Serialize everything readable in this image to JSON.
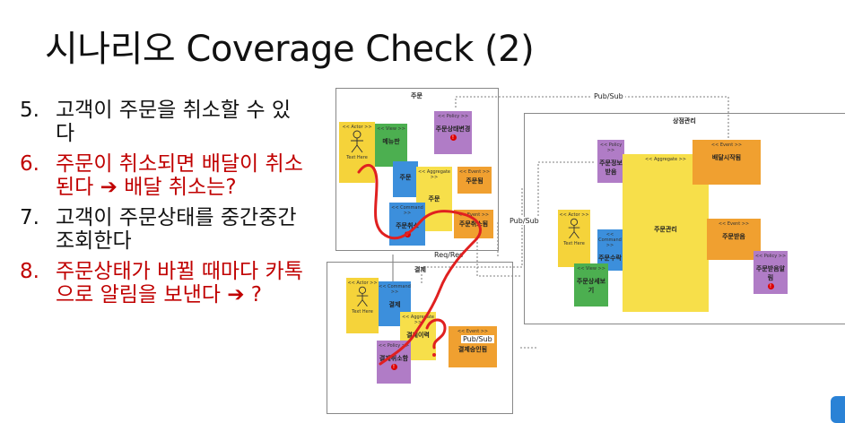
{
  "title": "시나리오 Coverage Check (2)",
  "items": [
    {
      "num": "5.",
      "text": "고객이 주문을 취소할 수 있다",
      "color": "#111111"
    },
    {
      "num": "6.",
      "text": "주문이 취소되면 배달이 취소된다",
      "arrow": "➔",
      "tail": " 배달 취소는?",
      "color": "#c00000"
    },
    {
      "num": "7.",
      "text": "고객이 주문상태를 중간중간 조회한다",
      "color": "#111111"
    },
    {
      "num": "8.",
      "text": "주문상태가 바뀔 때마다 카톡으로 알림을 보낸다",
      "arrow": "➔",
      "tail": " ?",
      "color": "#c00000"
    }
  ],
  "diagram": {
    "contexts": {
      "order": "주문",
      "payment": "결제",
      "store": "상점관리"
    },
    "connectors": {
      "pubsub_top": "Pub/Sub",
      "pubsub_mid": "Pub/Sub",
      "reqres": "Req/Res",
      "pubsub_bottom": "Pub/Sub"
    },
    "tags": {
      "actor": "<< Actor >>",
      "view": "<< View >>",
      "policy": "<< Policy >>",
      "aggregate": "<< Aggregate >>",
      "event": "<< Event >>",
      "command": "<< Command >>"
    },
    "order_stickies": {
      "actor_text": "Text Here",
      "view": "메뉴판",
      "policy": "주문상태변경",
      "aggregate": "주문",
      "cmd_partial": "주문",
      "event_ordered": "주문됨",
      "event_cancelled": "주문취소됨",
      "command": "주문취소"
    },
    "payment_stickies": {
      "actor_text": "Text Here",
      "command": "결제",
      "aggregate": "결제이력",
      "policy": "결제취소함",
      "event": "결제승인됨"
    },
    "store_stickies": {
      "policy": "주문정보받음",
      "aggregate": "주문관리",
      "event_delivery": "배달시작됨",
      "event_accepted": "주문받음",
      "actor_text": "Text Here",
      "command": "주문수락",
      "view": "주문상세보기",
      "policy_notify": "주문받음알림"
    },
    "colors": {
      "actor": "#f5d33a",
      "view": "#4caf50",
      "policy": "#b07cc6",
      "aggregate": "#f7df4a",
      "event": "#f0a030",
      "command": "#3c8fdc",
      "scribble": "#e02020"
    }
  }
}
